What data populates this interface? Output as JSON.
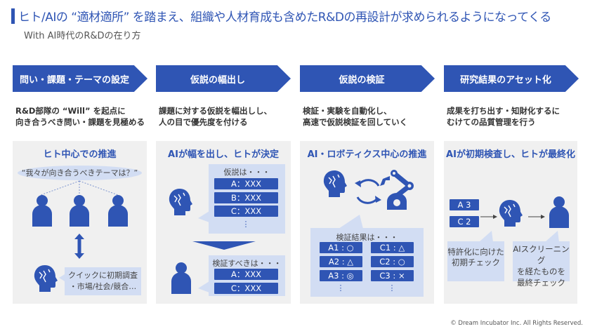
{
  "header": {
    "title": "ヒト/AIの “適材適所” を踏まえ、組織や人材育成も含めたR&Dの再設計が求められるようになってくる",
    "subtitle": "With AI時代のR&Dの在り方"
  },
  "steps": [
    {
      "label": "問い・課題・テーマの設定",
      "desc": [
        "R&D部隊の “Will” を起点に",
        "向き合うべき問い・課題を見極める"
      ]
    },
    {
      "label": "仮説の幅出し",
      "desc": [
        "課題に対する仮説を幅出しし、",
        "人の目で優先度を付ける"
      ]
    },
    {
      "label": "仮説の検証",
      "desc": [
        "検証・実験を自動化し、",
        "高速で仮説検証を回していく"
      ]
    },
    {
      "label": "研究結果のアセット化",
      "desc": [
        "成果を打ち出す・知財化するに",
        "むけての品質管理を行う"
      ]
    }
  ],
  "panels": {
    "p1": {
      "heading": "ヒト中心での推進",
      "question": "“我々が向き合うべきテーマは？”",
      "ai_note": [
        "クイックに初期調査",
        "・市場/社会/競合…"
      ]
    },
    "p2": {
      "heading": "AIが幅を出し、ヒトが決定",
      "ai_title": "仮説は・・・",
      "ai_items": [
        "A：XXX",
        "B：XXX",
        "C：XXX"
      ],
      "more": "⋮",
      "human_title": "検証すべきは・・・",
      "human_items": [
        "A：XXX",
        "C：XXX"
      ]
    },
    "p3": {
      "heading": "AI・ロボティクス中心の推進",
      "result_title": "検証結果は・・・",
      "col_a": [
        "A1 : ○",
        "A2 : △",
        "A3 : ◎"
      ],
      "col_c": [
        "C1 : △",
        "C2 : ○",
        "C3 : ×"
      ],
      "more": "⋮"
    },
    "p4": {
      "heading": "AIが初期検査し、ヒトが最終化",
      "items": [
        "A 3",
        "C 2"
      ],
      "ai_note": [
        "特許化に向けた",
        "初期チェック"
      ],
      "human_note": [
        "AIスクリーニング",
        "を経たものを",
        "最終チェック"
      ]
    }
  },
  "footer": "© Dream Incubator Inc. All Rights Reserved.",
  "colors": {
    "accent": "#2f55b4",
    "bubble": "#d2ddf3",
    "panel": "#f0f0f0"
  }
}
